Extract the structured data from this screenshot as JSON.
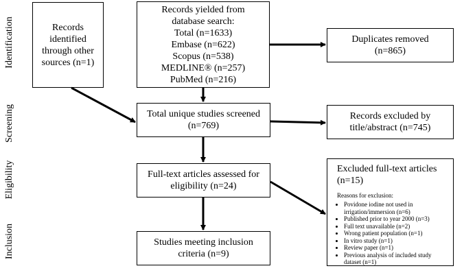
{
  "stages": {
    "identification": "Identification",
    "screening": "Screening",
    "eligibility": "Eligibility",
    "inclusion": "Inclusion"
  },
  "boxes": {
    "other_sources": [
      "Records",
      "identified",
      "through other",
      "sources (n=1)"
    ],
    "database": [
      "Records yielded from",
      "database search:",
      "Total (n=1633)",
      "Embase (n=622)",
      "Scopus (n=538)",
      "MEDLINE® (n=257)",
      "PubMed (n=216)"
    ],
    "duplicates": [
      "Duplicates removed",
      "(n=865)"
    ],
    "screened": [
      "Total unique studies screened",
      "(n=769)"
    ],
    "excluded_title": [
      "Records excluded by",
      "title/abstract (n=745)"
    ],
    "fulltext": [
      "Full-text articles assessed for",
      "eligibility  (n=24)"
    ],
    "included": [
      "Studies meeting inclusion",
      "criteria (n=9)"
    ],
    "excluded_fulltext": {
      "title": [
        "Excluded full-text articles",
        "(n=15)"
      ],
      "reasons_title": "Reasons for exclusion:",
      "reasons": [
        "Povidone iodine  not used in irrigation/immersion  (n=6)",
        "Published  prior to year 2000 (n=3)",
        "Full text unavailable  (n=2)",
        "Wrong patient population  (n=1)",
        "In vitro study (n=1)",
        "Review  paper (n=1)",
        "Previous analysis  of included study dataset (n=1)"
      ]
    }
  }
}
